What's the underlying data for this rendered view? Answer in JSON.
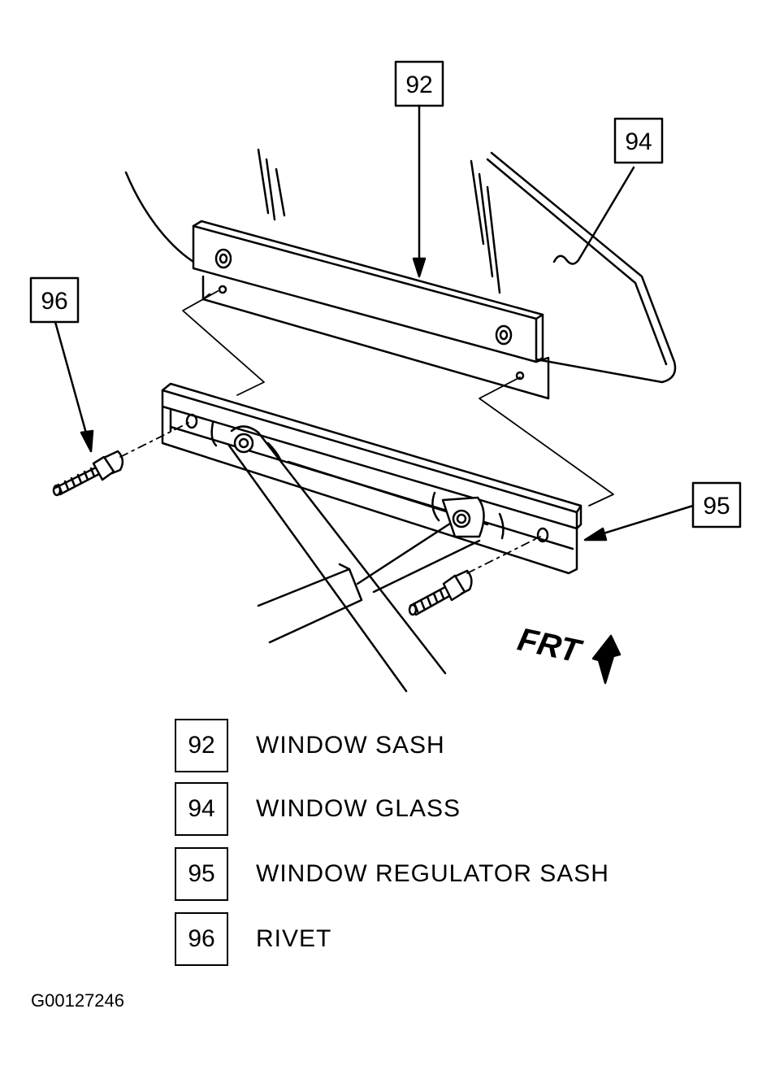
{
  "callouts": [
    {
      "num": "92"
    },
    {
      "num": "94"
    },
    {
      "num": "96"
    },
    {
      "num": "95"
    }
  ],
  "direction_label": "FRT",
  "legend": [
    {
      "num": "92",
      "label": "WINDOW SASH"
    },
    {
      "num": "94",
      "label": "WINDOW GLASS"
    },
    {
      "num": "95",
      "label": "WINDOW REGULATOR SASH"
    },
    {
      "num": "96",
      "label": "RIVET"
    }
  ],
  "figure_id": "G00127246"
}
